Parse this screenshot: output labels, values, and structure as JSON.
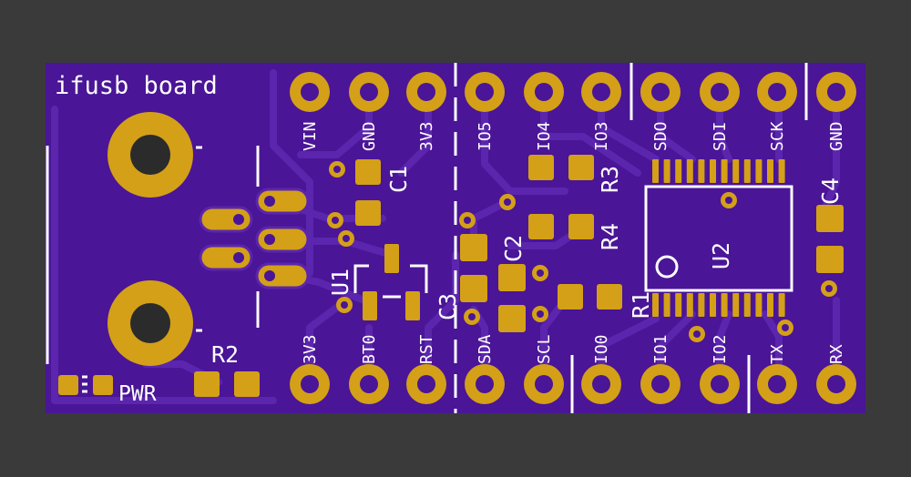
{
  "board": {
    "title": "ifusb board",
    "pwr_label": "PWR",
    "colors": {
      "background": "#3a3a3a",
      "board": "#4a1596",
      "board_edge": "#5a22a8",
      "trace": "#5b26ad",
      "copper": "#d4a017",
      "silkscreen": "#ffffff"
    }
  },
  "top_pins": [
    "VIN",
    "GND",
    "3V3",
    "IO5",
    "IO4",
    "IO3",
    "SDO",
    "SDI",
    "SCK",
    "GND"
  ],
  "bottom_pins": [
    "3V3",
    "BT0",
    "RST",
    "SDA",
    "SCL",
    "IO0",
    "IO1",
    "IO2",
    "TX",
    "RX"
  ],
  "components": {
    "c1": "C1",
    "c2": "C2",
    "c3": "C3",
    "c4": "C4",
    "r1": "R1",
    "r2": "R2",
    "r3": "R3",
    "r4": "R4",
    "u1": "U1",
    "u2": "U2"
  }
}
